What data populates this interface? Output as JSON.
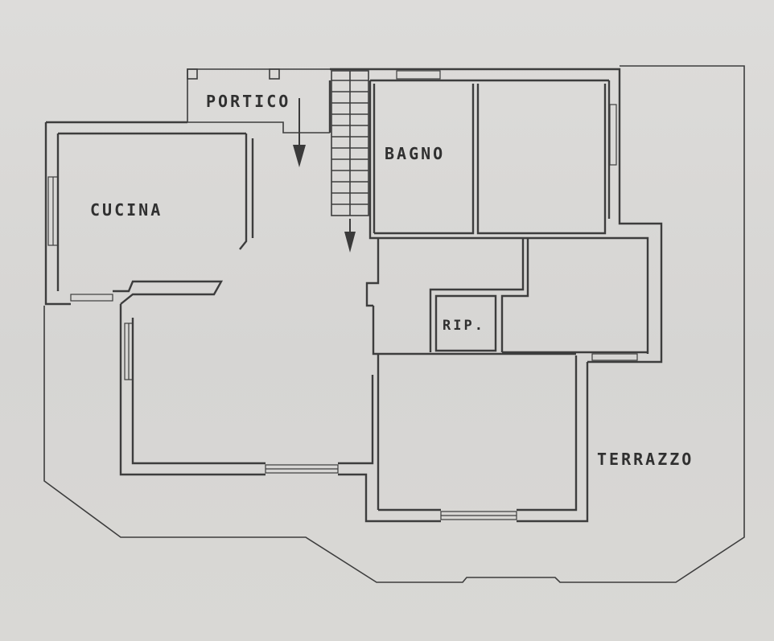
{
  "labels": {
    "portico": "PORTICO",
    "bagno": "BAGNO",
    "cucina": "CUCINA",
    "rip": "RIP.",
    "terrazzo": "TERRAZZO"
  },
  "colors": {
    "paper": "#d9d8d6",
    "ink": "#3d3d3d"
  }
}
